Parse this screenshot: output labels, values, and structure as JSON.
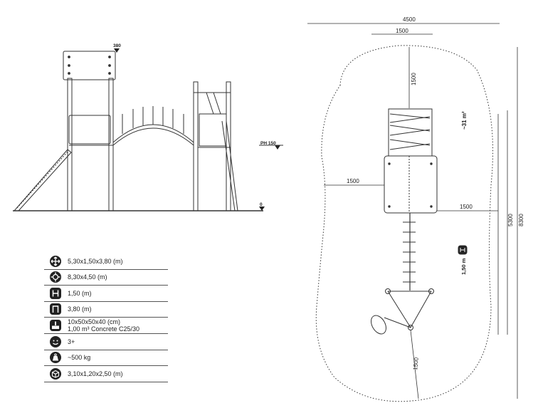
{
  "front_view": {
    "top_height_label": "380",
    "platform_height_label": "PH 150",
    "ground_label": "0"
  },
  "plan_view": {
    "total_width": "4500",
    "top_offset_width": "1500",
    "top_clearance": "1500",
    "area_label": "~31 m²",
    "left_clearance": "1500",
    "right_clearance": "1500",
    "inner_length": "5300",
    "total_length": "8300",
    "fall_height_label": "1,50 m",
    "bottom_clearance": "1500"
  },
  "specs": [
    {
      "icon": "dimensions-icon",
      "line1": "5,30x1,50x3,80 (m)",
      "line2": ""
    },
    {
      "icon": "safety-area-icon",
      "line1": "8,30x4,50 (m)",
      "line2": ""
    },
    {
      "icon": "fall-height-icon",
      "line1": "1,50 (m)",
      "line2": ""
    },
    {
      "icon": "max-height-icon",
      "line1": "3,80 (m)",
      "line2": ""
    },
    {
      "icon": "foundation-icon",
      "line1": "10x50x50x40 (cm)",
      "line2": "1,00 m³ Concrete C25/30"
    },
    {
      "icon": "age-icon",
      "line1": "3+",
      "line2": ""
    },
    {
      "icon": "weight-icon",
      "line1": "~500 kg",
      "line2": ""
    },
    {
      "icon": "packaging-icon",
      "line1": "3,10x1,20x2,50 (m)",
      "line2": ""
    }
  ]
}
